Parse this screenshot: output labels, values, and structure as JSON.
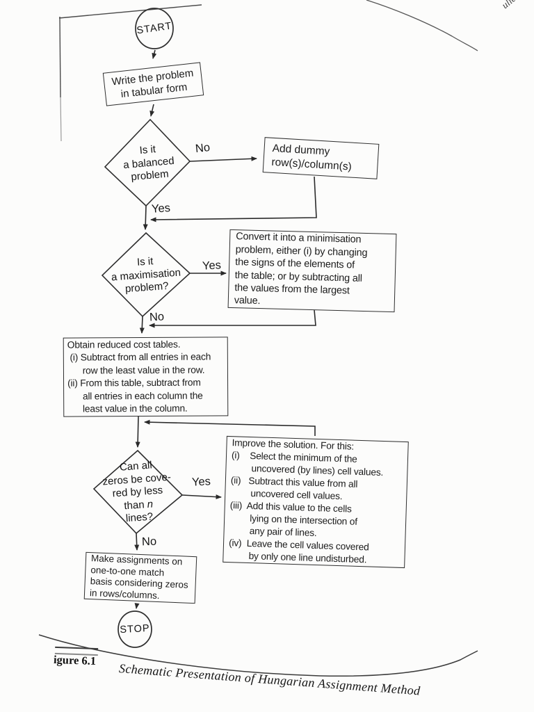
{
  "page": {
    "corner_fragment": "ulic",
    "figure_label": "igure 6.1",
    "caption": "Schematic Presentation of Hungarian Assignment Method"
  },
  "colors": {
    "ink": "#2a2a2a",
    "paper": "#fcfcfb"
  },
  "flowchart": {
    "terminals": {
      "start": "START",
      "stop": "STOP"
    },
    "labels": {
      "no_balanced": "No",
      "yes_balanced": "Yes",
      "yes_max": "Yes",
      "no_max": "No",
      "yes_zeros": "Yes",
      "no_zeros": "No"
    },
    "write_box": [
      "Write the problem",
      "in tabular form"
    ],
    "balanced_diamond": [
      "Is it",
      "a balanced",
      "problem"
    ],
    "add_dummy_box": [
      "Add dummy",
      "row(s)/column(s)"
    ],
    "max_diamond": [
      "Is it",
      "a maximisation",
      "problem?"
    ],
    "convert_box": [
      "Convert it into a minimisation",
      "problem, either (i) by changing",
      "the signs of the elements of",
      "the table; or by subtracting all",
      "the values from the largest",
      "value."
    ],
    "obtain_box": [
      "Obtain reduced cost tables.",
      " (i) Subtract from all entries in each",
      "      row the least value in the row.",
      "(ii) From this table, subtract from",
      "      all entries in each column the",
      "      least value in the column."
    ],
    "zeros_diamond_top": [
      "Can all",
      "zeros be cove-",
      "red by less"
    ],
    "zeros_n_prefix": "than ",
    "zeros_n": "n",
    "zeros_last": "lines?",
    "improve_box": [
      "Improve the solution. For this:",
      "(i)    Select the minimum of the",
      "        uncovered (by lines) cell values.",
      "(ii)   Subtract this value from all",
      "        uncovered cell values.",
      "(iii)  Add this value to the cells",
      "        lying on the intersection of",
      "        any pair of lines.",
      "(iv)  Leave the cell values covered",
      "        by only one line undisturbed."
    ],
    "make_box": [
      "Make assignments on",
      "one-to-one match",
      "basis considering zeros",
      "in rows/columns."
    ]
  }
}
